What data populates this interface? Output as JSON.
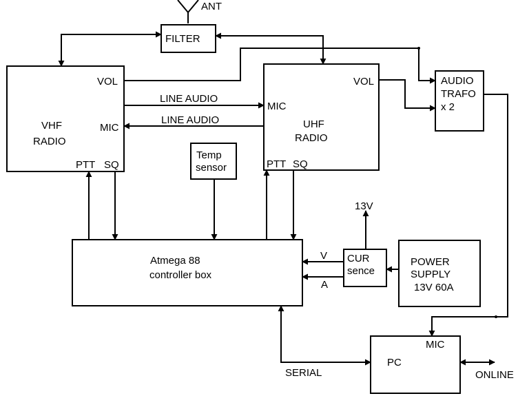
{
  "diagram": {
    "antenna": {
      "label": "ANT"
    },
    "filter": {
      "label": "FILTER"
    },
    "vhf_radio": {
      "line1": "VHF",
      "line2": "RADIO",
      "vol": "VOL",
      "mic": "MIC",
      "ptt": "PTT",
      "sq": "SQ"
    },
    "uhf_radio": {
      "line1": "UHF",
      "line2": "RADIO",
      "vol": "VOL",
      "mic": "MIC",
      "ptt": "PTT",
      "sq": "SQ"
    },
    "audio_trafo": {
      "line1": "AUDIO",
      "line2": "TRAFO",
      "line3": "x 2"
    },
    "temp_sensor": {
      "line1": "Temp",
      "line2": "sensor"
    },
    "controller": {
      "line1": "Atmega 88",
      "line2": "controller box"
    },
    "cur_sense": {
      "line1": "CUR",
      "line2": "sence"
    },
    "power_supply": {
      "line1": "POWER",
      "line2": "SUPPLY",
      "line3": "13V 60A"
    },
    "pc": {
      "label": "PC",
      "mic": "MIC"
    },
    "labels": {
      "line_audio_top": "LINE AUDIO",
      "line_audio_bottom": "LINE AUDIO",
      "v": "V",
      "a": "A",
      "v13": "13V",
      "serial": "SERIAL",
      "online": "ONLINE"
    }
  }
}
